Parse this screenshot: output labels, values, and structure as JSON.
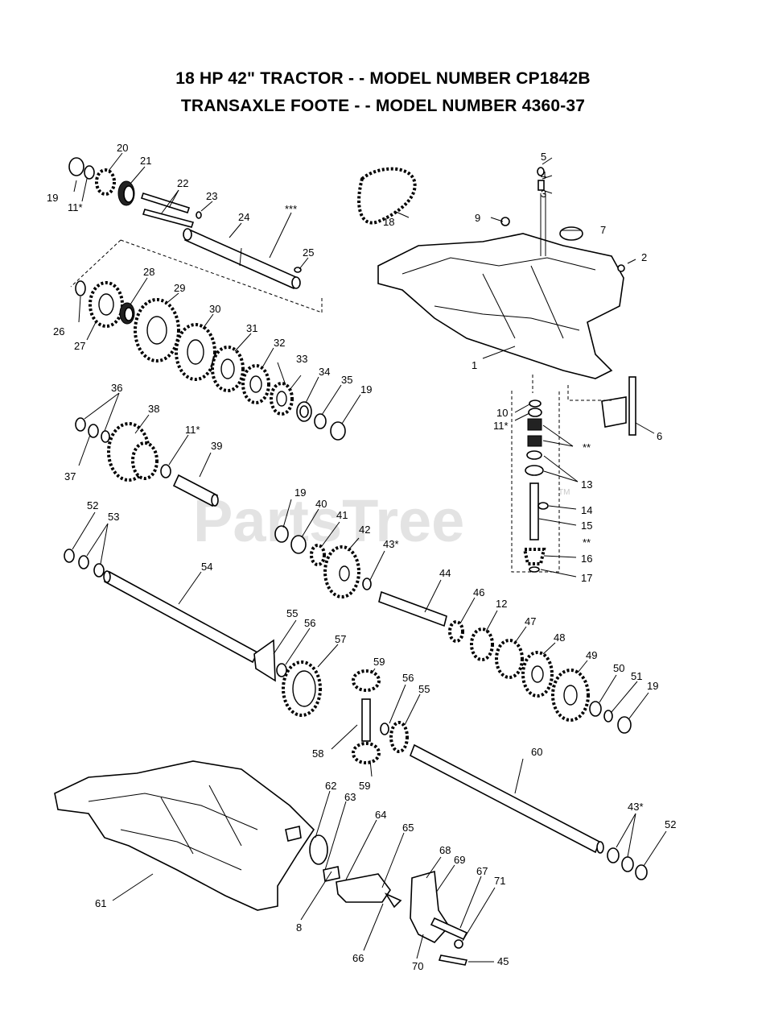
{
  "title_line1": "18 HP 42\" TRACTOR - - MODEL NUMBER CP1842B",
  "title_line2": "TRANSAXLE FOOTE - - MODEL NUMBER 4360-37",
  "watermark": "PartsTree",
  "watermark_tm": "TM",
  "labels": {
    "l1": "1",
    "l2": "2",
    "l3": "3",
    "l4": "4",
    "l5": "5",
    "l6": "6",
    "l7": "7",
    "l8": "8",
    "l9": "9",
    "l10": "10",
    "l11a": "11*",
    "l11b": "11*",
    "l11c": "11*",
    "l12": "12",
    "l13": "13",
    "l14": "14",
    "l15": "15",
    "l16": "16",
    "l17": "17",
    "l18": "18",
    "l19a": "19",
    "l19b": "19",
    "l19c": "19",
    "l19d": "19",
    "l20": "20",
    "l21": "21",
    "l22": "22",
    "l23": "23",
    "l24": "24",
    "l25": "25",
    "l26": "26",
    "l27": "27",
    "l28": "28",
    "l29": "29",
    "l30": "30",
    "l31": "31",
    "l32": "32",
    "l33": "33",
    "l34": "34",
    "l35": "35",
    "l36": "36",
    "l37": "37",
    "l38": "38",
    "l39": "39",
    "l40": "40",
    "l41": "41",
    "l42": "42",
    "l43a": "43*",
    "l43b": "43*",
    "l44": "44",
    "l45": "45",
    "l46": "46",
    "l47": "47",
    "l48": "48",
    "l49": "49",
    "l50": "50",
    "l51": "51",
    "l52a": "52",
    "l52b": "52",
    "l53": "53",
    "l54": "54",
    "l55a": "55",
    "l55b": "55",
    "l56a": "56",
    "l56b": "56",
    "l57": "57",
    "l58": "58",
    "l59a": "59",
    "l59b": "59",
    "l60": "60",
    "l61": "61",
    "l62": "62",
    "l63": "63",
    "l64": "64",
    "l65": "65",
    "l66": "66",
    "l67": "67",
    "l68": "68",
    "l69": "69",
    "l70": "70",
    "l71": "71",
    "lstar3": "***",
    "lstar2a": "**",
    "lstar2b": "**"
  }
}
